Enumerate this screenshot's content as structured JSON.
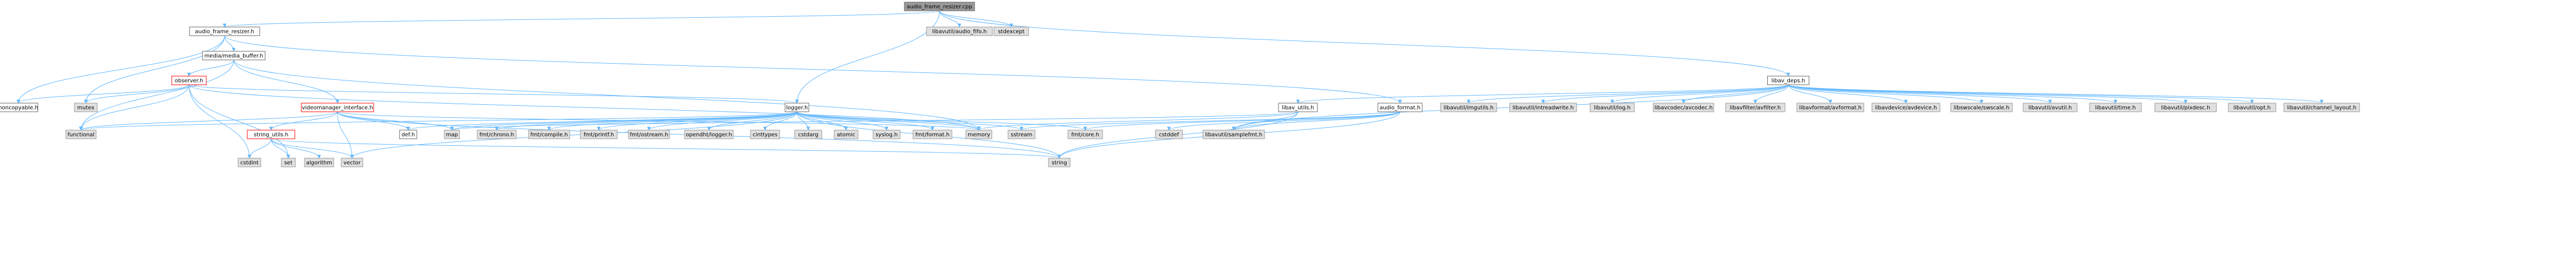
{
  "colors": {
    "edge": "#63b8ff",
    "root_fill": "#999999",
    "root_border": "#666666",
    "local_fill": "#ffffff",
    "local_border": "#666666",
    "system_fill": "#e0e0e0",
    "system_border": "#999999",
    "red_border": "#ff0000"
  },
  "nodes": [
    {
      "id": "root",
      "label": "audio_frame_resizer.cpp",
      "kind": "root"
    },
    {
      "id": "afr_h",
      "label": "audio_frame_resizer.h",
      "kind": "local"
    },
    {
      "id": "fifo",
      "label": "libavutil/audio_fifo.h",
      "kind": "system"
    },
    {
      "id": "stdexcept",
      "label": "stdexcept",
      "kind": "system"
    },
    {
      "id": "media_buffer",
      "label": "media/media_buffer.h",
      "kind": "local"
    },
    {
      "id": "libav_deps",
      "label": "libav_deps.h",
      "kind": "local"
    },
    {
      "id": "observer",
      "label": "observer.h",
      "kind": "red"
    },
    {
      "id": "noncopyable",
      "label": "noncopyable.h",
      "kind": "local"
    },
    {
      "id": "mutex",
      "label": "mutex",
      "kind": "system"
    },
    {
      "id": "videomgr",
      "label": "videomanager_interface.h",
      "kind": "red"
    },
    {
      "id": "logger",
      "label": "logger.h",
      "kind": "local"
    },
    {
      "id": "libav_utils",
      "label": "libav_utils.h",
      "kind": "local"
    },
    {
      "id": "audio_format",
      "label": "audio_format.h",
      "kind": "local"
    },
    {
      "id": "imgutils",
      "label": "libavutil/imgutils.h",
      "kind": "system"
    },
    {
      "id": "intreadwrite",
      "label": "libavutil/intreadwrite.h",
      "kind": "system"
    },
    {
      "id": "log",
      "label": "libavutil/log.h",
      "kind": "system"
    },
    {
      "id": "avcodec",
      "label": "libavcodec/avcodec.h",
      "kind": "system"
    },
    {
      "id": "avfilter",
      "label": "libavfilter/avfilter.h",
      "kind": "system"
    },
    {
      "id": "avformat",
      "label": "libavformat/avformat.h",
      "kind": "system"
    },
    {
      "id": "avdevice",
      "label": "libavdevice/avdevice.h",
      "kind": "system"
    },
    {
      "id": "swscale",
      "label": "libswscale/swscale.h",
      "kind": "system"
    },
    {
      "id": "avutil",
      "label": "libavutil/avutil.h",
      "kind": "system"
    },
    {
      "id": "time",
      "label": "libavutil/time.h",
      "kind": "system"
    },
    {
      "id": "pixdesc",
      "label": "libavutil/pixdesc.h",
      "kind": "system"
    },
    {
      "id": "opt",
      "label": "libavutil/opt.h",
      "kind": "system"
    },
    {
      "id": "channel_layout",
      "label": "libavutil/channel_layout.h",
      "kind": "system"
    },
    {
      "id": "functional",
      "label": "functional",
      "kind": "system"
    },
    {
      "id": "string_utils",
      "label": "string_utils.h",
      "kind": "red"
    },
    {
      "id": "cstdint",
      "label": "cstdint",
      "kind": "system"
    },
    {
      "id": "set",
      "label": "set",
      "kind": "system"
    },
    {
      "id": "algorithm",
      "label": "algorithm",
      "kind": "system"
    },
    {
      "id": "vector",
      "label": "vector",
      "kind": "system"
    },
    {
      "id": "def_h",
      "label": "def.h",
      "kind": "local"
    },
    {
      "id": "map",
      "label": "map",
      "kind": "system"
    },
    {
      "id": "fmt_chrono",
      "label": "fmt/chrono.h",
      "kind": "system"
    },
    {
      "id": "fmt_compile",
      "label": "fmt/compile.h",
      "kind": "system"
    },
    {
      "id": "fmt_printf",
      "label": "fmt/printf.h",
      "kind": "system"
    },
    {
      "id": "fmt_ostream",
      "label": "fmt/ostream.h",
      "kind": "system"
    },
    {
      "id": "opendht_logger",
      "label": "opendht/logger.h",
      "kind": "system"
    },
    {
      "id": "cinttypes",
      "label": "cinttypes",
      "kind": "system"
    },
    {
      "id": "cstdarg",
      "label": "cstdarg",
      "kind": "system"
    },
    {
      "id": "atomic",
      "label": "atomic",
      "kind": "system"
    },
    {
      "id": "syslog",
      "label": "syslog.h",
      "kind": "system"
    },
    {
      "id": "fmt_format",
      "label": "fmt/format.h",
      "kind": "system"
    },
    {
      "id": "memory",
      "label": "memory",
      "kind": "system"
    },
    {
      "id": "sstream",
      "label": "sstream",
      "kind": "system"
    },
    {
      "id": "fmt_core",
      "label": "fmt/core.h",
      "kind": "system"
    },
    {
      "id": "string",
      "label": "string",
      "kind": "system"
    },
    {
      "id": "cstddef",
      "label": "cstddef",
      "kind": "system"
    },
    {
      "id": "samplefmt",
      "label": "libavutil/samplefmt.h",
      "kind": "system"
    }
  ],
  "edges": [
    [
      "root",
      "afr_h"
    ],
    [
      "root",
      "fifo"
    ],
    [
      "root",
      "stdexcept"
    ],
    [
      "root",
      "logger"
    ],
    [
      "root",
      "libav_deps"
    ],
    [
      "afr_h",
      "media_buffer"
    ],
    [
      "afr_h",
      "noncopyable"
    ],
    [
      "afr_h",
      "audio_format"
    ],
    [
      "afr_h",
      "mutex"
    ],
    [
      "media_buffer",
      "observer"
    ],
    [
      "media_buffer",
      "videomgr"
    ],
    [
      "media_buffer",
      "memory"
    ],
    [
      "media_buffer",
      "functional"
    ],
    [
      "observer",
      "noncopyable"
    ],
    [
      "observer",
      "mutex"
    ],
    [
      "observer",
      "functional"
    ],
    [
      "observer",
      "cstdint"
    ],
    [
      "observer",
      "set"
    ],
    [
      "observer",
      "memory"
    ],
    [
      "observer",
      "logger"
    ],
    [
      "videomgr",
      "functional"
    ],
    [
      "videomgr",
      "def_h"
    ],
    [
      "videomgr",
      "vector"
    ],
    [
      "videomgr",
      "string"
    ],
    [
      "videomgr",
      "map"
    ],
    [
      "videomgr",
      "memory"
    ],
    [
      "videomgr",
      "string_utils"
    ],
    [
      "string_utils",
      "cstdint"
    ],
    [
      "string_utils",
      "set"
    ],
    [
      "string_utils",
      "algorithm"
    ],
    [
      "string_utils",
      "vector"
    ],
    [
      "string_utils",
      "string"
    ],
    [
      "logger",
      "functional"
    ],
    [
      "logger",
      "def_h"
    ],
    [
      "logger",
      "map"
    ],
    [
      "logger",
      "fmt_chrono"
    ],
    [
      "logger",
      "fmt_compile"
    ],
    [
      "logger",
      "fmt_printf"
    ],
    [
      "logger",
      "fmt_ostream"
    ],
    [
      "logger",
      "opendht_logger"
    ],
    [
      "logger",
      "cinttypes"
    ],
    [
      "logger",
      "cstdarg"
    ],
    [
      "logger",
      "atomic"
    ],
    [
      "logger",
      "syslog"
    ],
    [
      "logger",
      "fmt_format"
    ],
    [
      "logger",
      "memory"
    ],
    [
      "logger",
      "sstream"
    ],
    [
      "logger",
      "fmt_core"
    ],
    [
      "logger",
      "string"
    ],
    [
      "logger",
      "vector"
    ],
    [
      "libav_deps",
      "imgutils"
    ],
    [
      "libav_deps",
      "intreadwrite"
    ],
    [
      "libav_deps",
      "log"
    ],
    [
      "libav_deps",
      "avcodec"
    ],
    [
      "libav_deps",
      "avfilter"
    ],
    [
      "libav_deps",
      "avformat"
    ],
    [
      "libav_deps",
      "avdevice"
    ],
    [
      "libav_deps",
      "swscale"
    ],
    [
      "libav_deps",
      "avutil"
    ],
    [
      "libav_deps",
      "time"
    ],
    [
      "libav_deps",
      "pixdesc"
    ],
    [
      "libav_deps",
      "opt"
    ],
    [
      "libav_deps",
      "channel_layout"
    ],
    [
      "libav_deps",
      "libav_utils"
    ],
    [
      "libav_deps",
      "samplefmt"
    ],
    [
      "libav_utils",
      "map"
    ],
    [
      "libav_utils",
      "string"
    ],
    [
      "libav_utils",
      "memory"
    ],
    [
      "libav_utils",
      "samplefmt"
    ],
    [
      "audio_format",
      "fmt_core"
    ],
    [
      "audio_format",
      "sstream"
    ],
    [
      "audio_format",
      "string"
    ],
    [
      "audio_format",
      "cstddef"
    ],
    [
      "audio_format",
      "samplefmt"
    ]
  ]
}
